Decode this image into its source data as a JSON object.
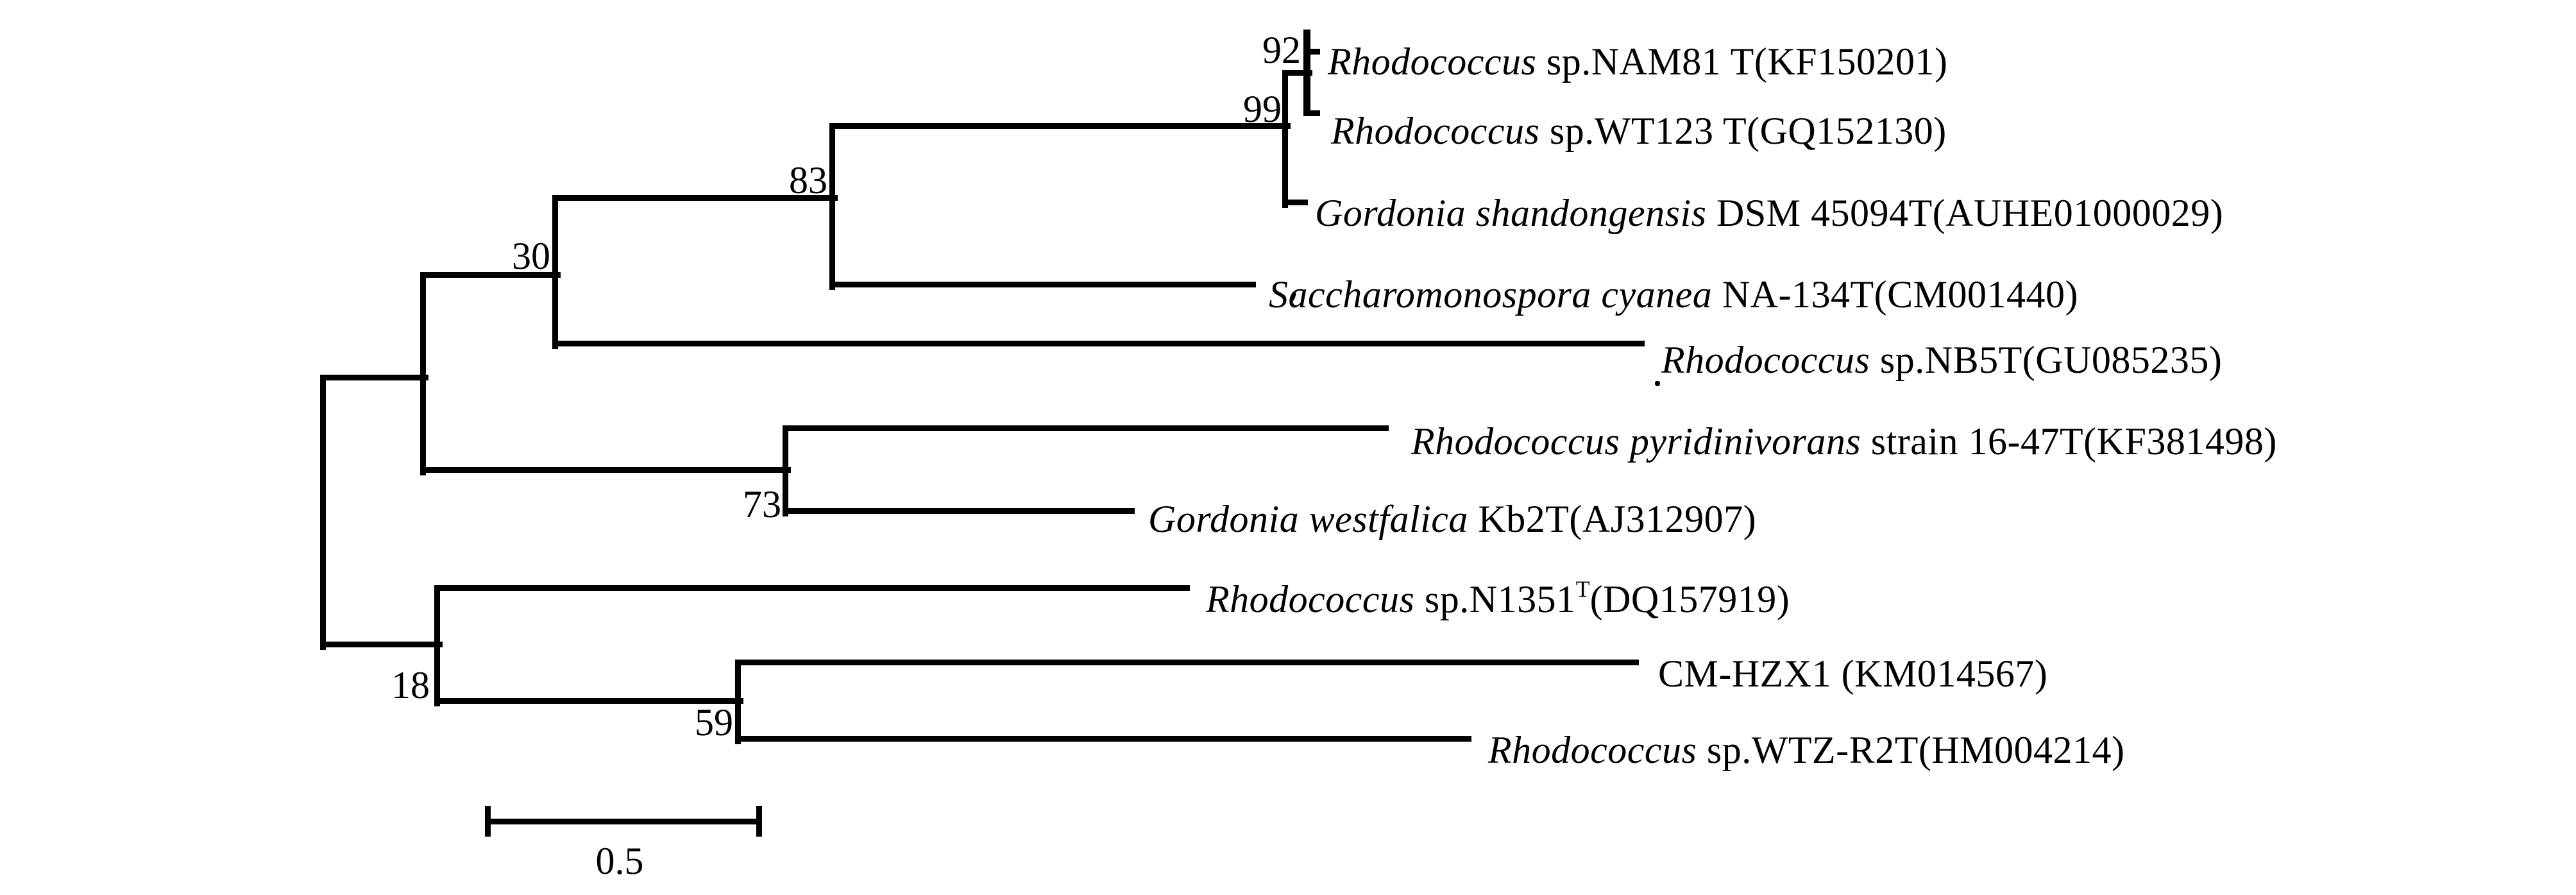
{
  "figure": {
    "type": "phylogenetic-tree",
    "background_color": "#ffffff",
    "line_color": "#000000",
    "newick": "(((((Rhodococcus sp.NAM81 T(KF150201),Rhodococcus sp.WT123 T(GQ152130))92,Gordonia shandongensis DSM 45094T(AUHE01000029))99,Saccharomonospora cyanea NA-134T(CM001440))83,Rhodococcus sp.NB5T(GU085235))30,(Rhodococcus pyridinivorans strain 16-47T(KF381498),Gordonia westfalica Kb2T(AJ312907))73,(Rhodococcus sp.N1351T(DQ157919),(CM-HZX1 (KM014567),Rhodococcus sp.WTZ-R2T(HM004214))59)18);",
    "taxa": [
      {
        "id": "rhodococcus-nam81",
        "italic": "Rhodococcus",
        "regular": " sp.NAM81 T(KF150201)"
      },
      {
        "id": "rhodococcus-wt123",
        "italic": "Rhodococcus",
        "regular": " sp.WT123 T(GQ152130)"
      },
      {
        "id": "gordonia-shandongensis",
        "italic": "Gordonia shandongensis",
        "regular": " DSM 45094T(AUHE01000029)"
      },
      {
        "id": "saccharomonospora-cyanea",
        "italic": "Saccharomonospora cyanea",
        "regular": " NA-134T(CM001440)"
      },
      {
        "id": "rhodococcus-nb5t",
        "italic": "Rhodococcus",
        "regular": " sp.NB5T(GU085235)"
      },
      {
        "id": "rhodococcus-pyridinivorans",
        "italic": "Rhodococcus pyridinivorans",
        "regular": " strain 16-47T(KF381498)"
      },
      {
        "id": "gordonia-westfalica",
        "italic": "Gordonia westfalica",
        "regular": " Kb2T(AJ312907)"
      },
      {
        "id": "rhodococcus-n1351",
        "italic": "Rhodococcus",
        "regular": " sp.N1351",
        "superscript": "T",
        "regular2": "(DQ157919)"
      },
      {
        "id": "cm-hzx1",
        "italic": "",
        "regular": "CM-HZX1 (KM014567)"
      },
      {
        "id": "rhodococcus-wtz-r2t",
        "italic": "Rhodococcus",
        "regular": " sp.WTZ-R2T(HM004214)"
      }
    ],
    "bootstraps": [
      {
        "node": "nam81-wt123",
        "value": "92"
      },
      {
        "node": "nam81-wt123-shandongensis",
        "value": "99"
      },
      {
        "node": "upper-clade-cyanea",
        "value": "83"
      },
      {
        "node": "upper-clade-nb5t",
        "value": "30"
      },
      {
        "node": "pyridinivorans-westfalica",
        "value": "73"
      },
      {
        "node": "n1351-cmhzx1-wtz",
        "value": "18"
      },
      {
        "node": "cmhzx1-wtz",
        "value": "59"
      }
    ],
    "scale_bar": {
      "label": "0.5"
    }
  }
}
